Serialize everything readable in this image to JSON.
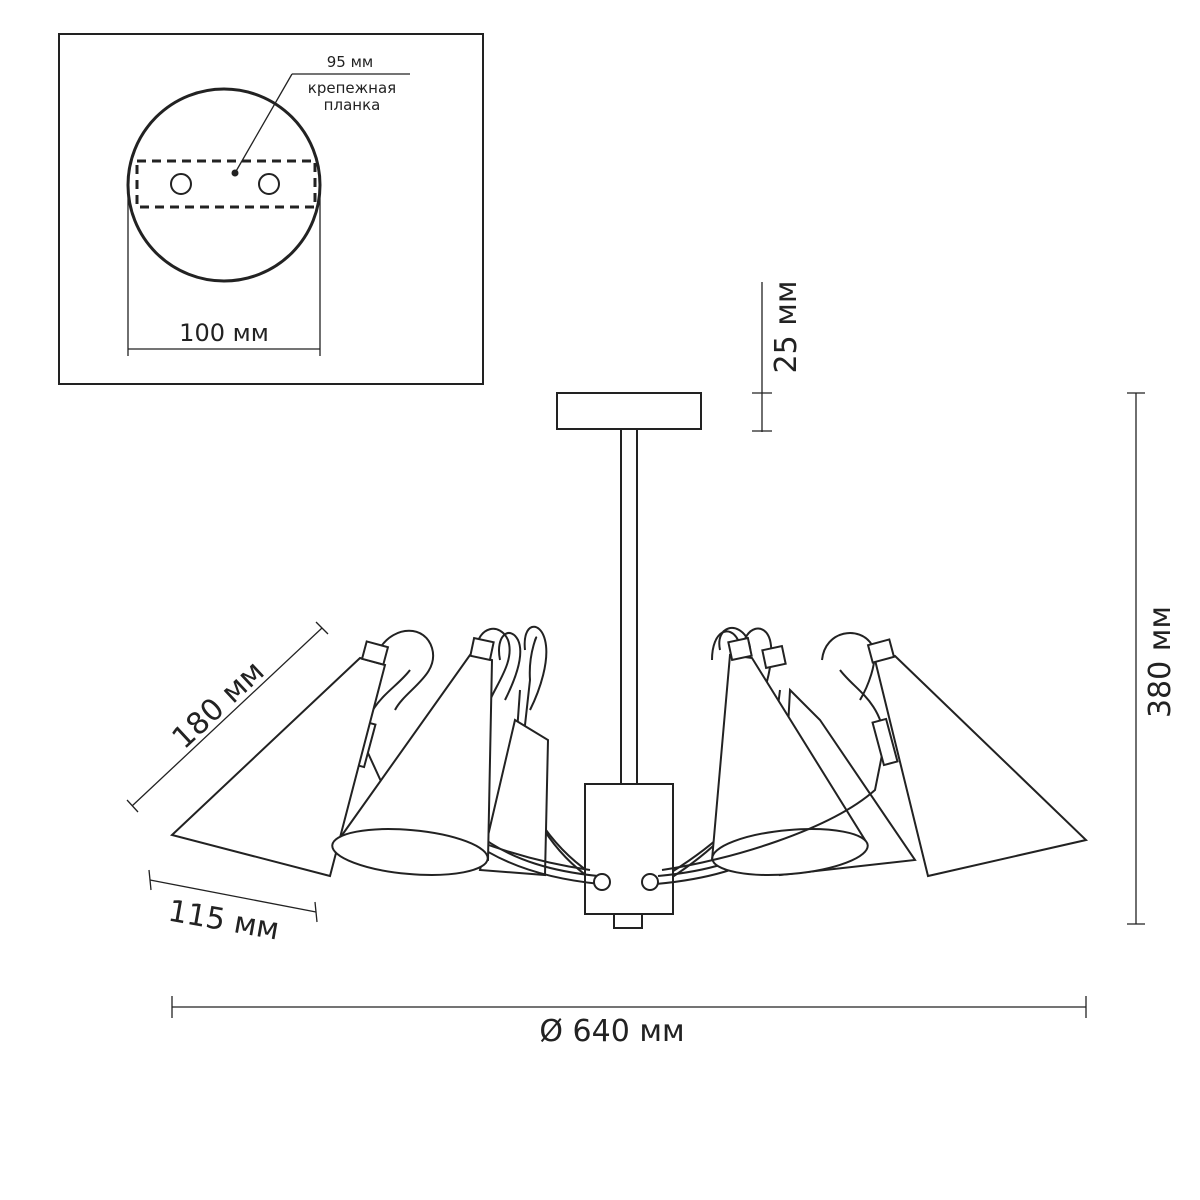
{
  "inset": {
    "strip_label": "95 мм",
    "bracket_label_line1": "крепежная",
    "bracket_label_line2": "планка",
    "base_diameter_label": "100 мм"
  },
  "dimensions": {
    "canopy_height": "25 мм",
    "total_height": "380 мм",
    "shade_length": "180 мм",
    "shade_opening": "115 мм",
    "total_diameter": "Ø 640 мм"
  },
  "colors": {
    "line": "#222222",
    "background": "#ffffff"
  }
}
